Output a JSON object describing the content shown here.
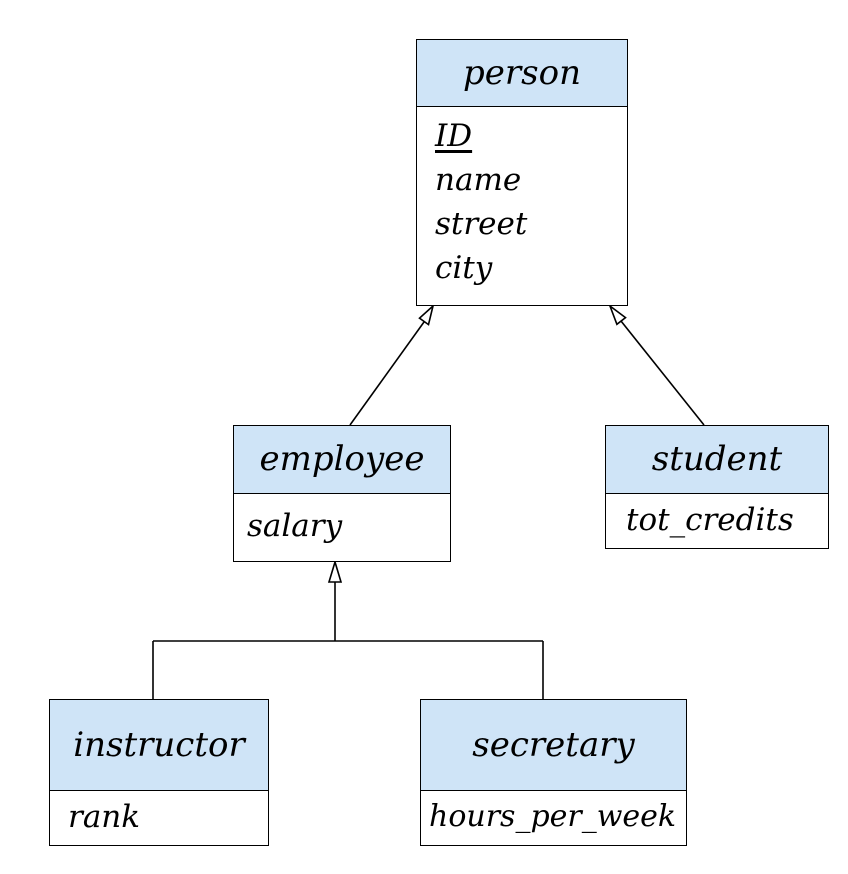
{
  "entities": {
    "person": {
      "name": "person",
      "attributes": [
        "ID",
        "name",
        "street",
        "city"
      ],
      "primary_key": "ID"
    },
    "employee": {
      "name": "employee",
      "attributes": [
        "salary"
      ]
    },
    "student": {
      "name": "student",
      "attributes": [
        "tot_credits"
      ]
    },
    "instructor": {
      "name": "instructor",
      "attributes": [
        "rank"
      ]
    },
    "secretary": {
      "name": "secretary",
      "attributes": [
        "hours_per_week"
      ]
    }
  },
  "relations": [
    {
      "type": "generalization",
      "child": "employee",
      "parent": "person"
    },
    {
      "type": "generalization",
      "child": "student",
      "parent": "person"
    },
    {
      "type": "generalization",
      "child": "instructor",
      "parent": "employee"
    },
    {
      "type": "generalization",
      "child": "secretary",
      "parent": "employee"
    }
  ],
  "colors": {
    "header_fill": "#cfe4f7",
    "line": "#000000"
  }
}
